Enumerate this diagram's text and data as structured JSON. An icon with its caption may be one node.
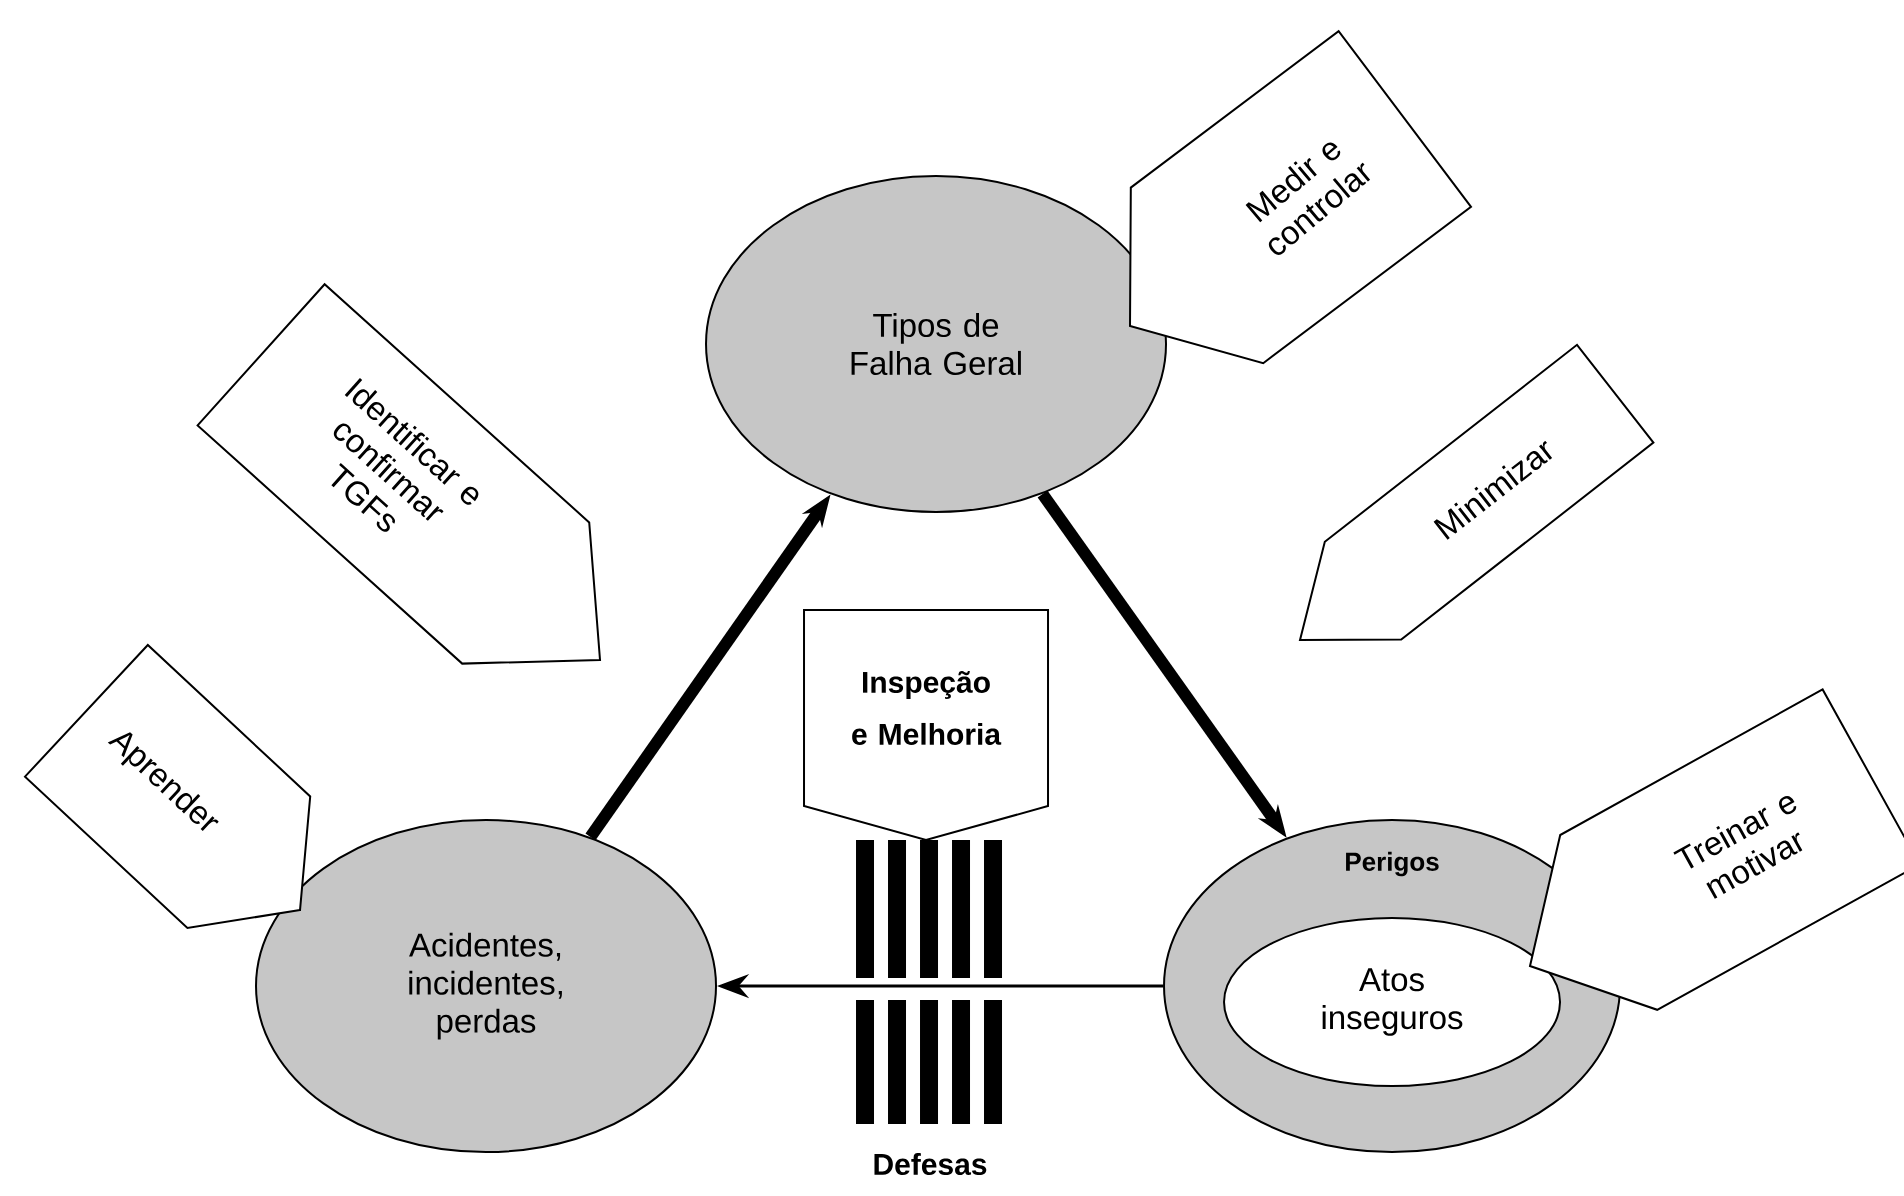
{
  "diagram": {
    "nodes": [
      {
        "text": [
          "Tipos de Falha Geral"
        ]
      },
      {
        "text": [
          "Perigos"
        ]
      },
      {
        "text": [
          "Atos inseguros"
        ],
        "in": 1
      },
      {
        "text": [
          "Acidentes, incidentes, perdas"
        ]
      },
      {
        "text": [
          "Inspeção e Melhoria"
        ]
      },
      {
        "text": [
          "Medir e controlar"
        ]
      },
      {
        "text": [
          "Minimizar"
        ]
      },
      {
        "text": [
          "Identificar e confirmar TGFs"
        ]
      },
      {
        "text": [
          "Aprender"
        ]
      },
      {
        "text": [
          "Treinar e motivar"
        ]
      }
    ],
    "edges": [
      {
        "from": 3,
        "to": 0,
        "arrow": "to"
      },
      {
        "from": 0,
        "to": 1,
        "arrow": "to"
      },
      {
        "from": 1,
        "to": 3,
        "arrow": "to"
      }
    ],
    "labels": [
      "Defesas"
    ]
  }
}
